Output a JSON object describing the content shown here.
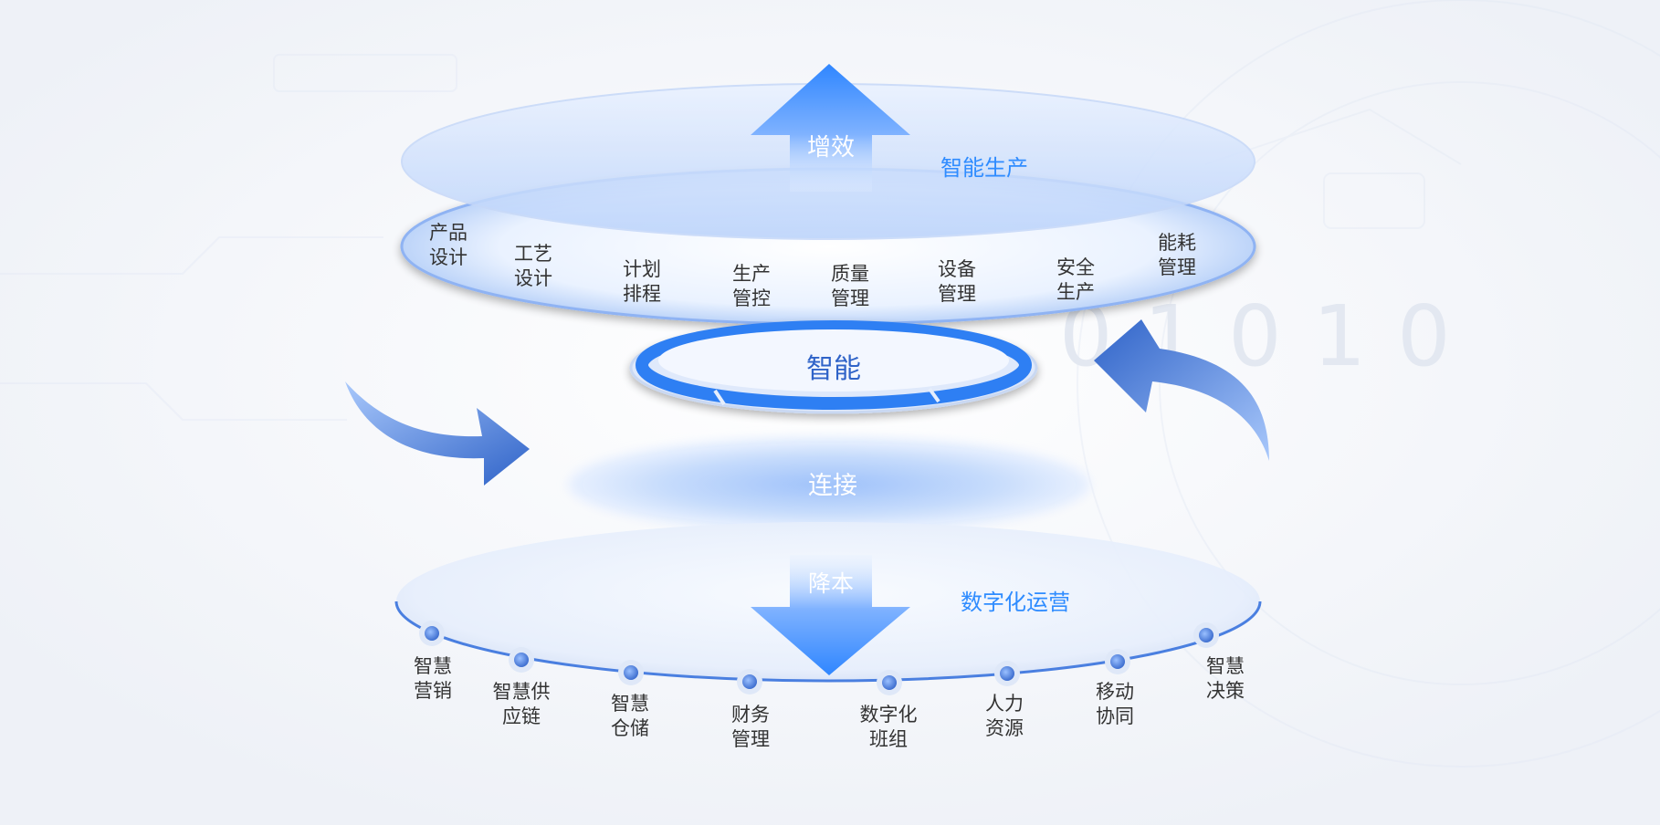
{
  "top_layer": {
    "title": "智能生产",
    "arrow_label": "增效",
    "items": [
      [
        "产品",
        "设计"
      ],
      [
        "工艺",
        "设计"
      ],
      [
        "计划",
        "排程"
      ],
      [
        "生产",
        "管控"
      ],
      [
        "质量",
        "管理"
      ],
      [
        "设备",
        "管理"
      ],
      [
        "安全",
        "生产"
      ],
      [
        "能耗",
        "管理"
      ]
    ]
  },
  "middle": {
    "smart_label": "智能",
    "connect_label": "连接"
  },
  "bottom_layer": {
    "title": "数字化运营",
    "arrow_label": "降本",
    "items": [
      [
        "智慧",
        "营销"
      ],
      [
        "智慧供",
        "应链"
      ],
      [
        "智慧",
        "仓储"
      ],
      [
        "财务",
        "管理"
      ],
      [
        "数字化",
        "班组"
      ],
      [
        "人力",
        "资源"
      ],
      [
        "移动",
        "协同"
      ],
      [
        "智慧",
        "决策"
      ]
    ]
  },
  "background_digits": "01010",
  "colors": {
    "accent": "#2e86ff",
    "arrow_dark": "#2f63c8",
    "label_blue": "#2f8cff",
    "text": "#333333"
  }
}
